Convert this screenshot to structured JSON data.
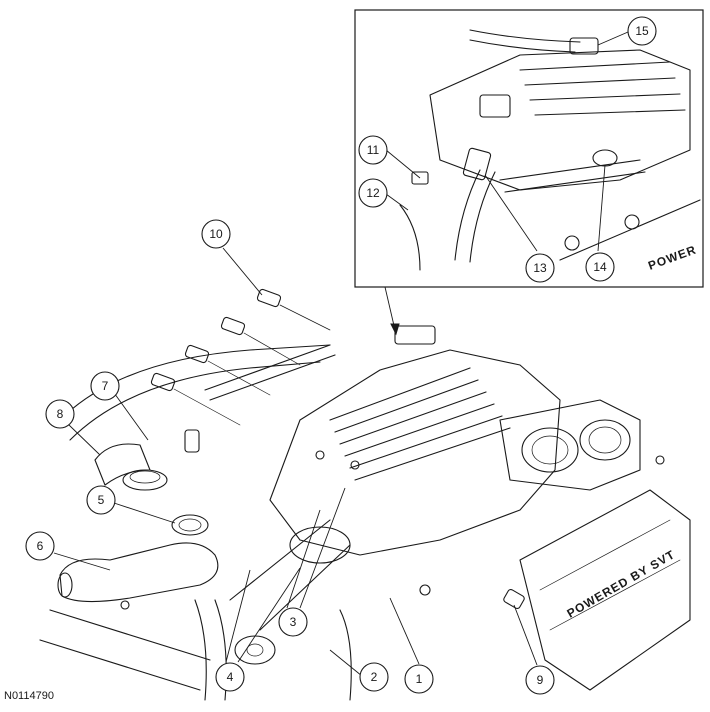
{
  "figure_id": "N0114790",
  "emboss_text_main": "POWERED BY SVT",
  "emboss_text_inset": "POWER",
  "callouts": [
    {
      "label": "1"
    },
    {
      "label": "2"
    },
    {
      "label": "3"
    },
    {
      "label": "4"
    },
    {
      "label": "5"
    },
    {
      "label": "6"
    },
    {
      "label": "7"
    },
    {
      "label": "8"
    },
    {
      "label": "9"
    },
    {
      "label": "10"
    },
    {
      "label": "11"
    },
    {
      "label": "12"
    },
    {
      "label": "13"
    },
    {
      "label": "14"
    },
    {
      "label": "15"
    }
  ]
}
